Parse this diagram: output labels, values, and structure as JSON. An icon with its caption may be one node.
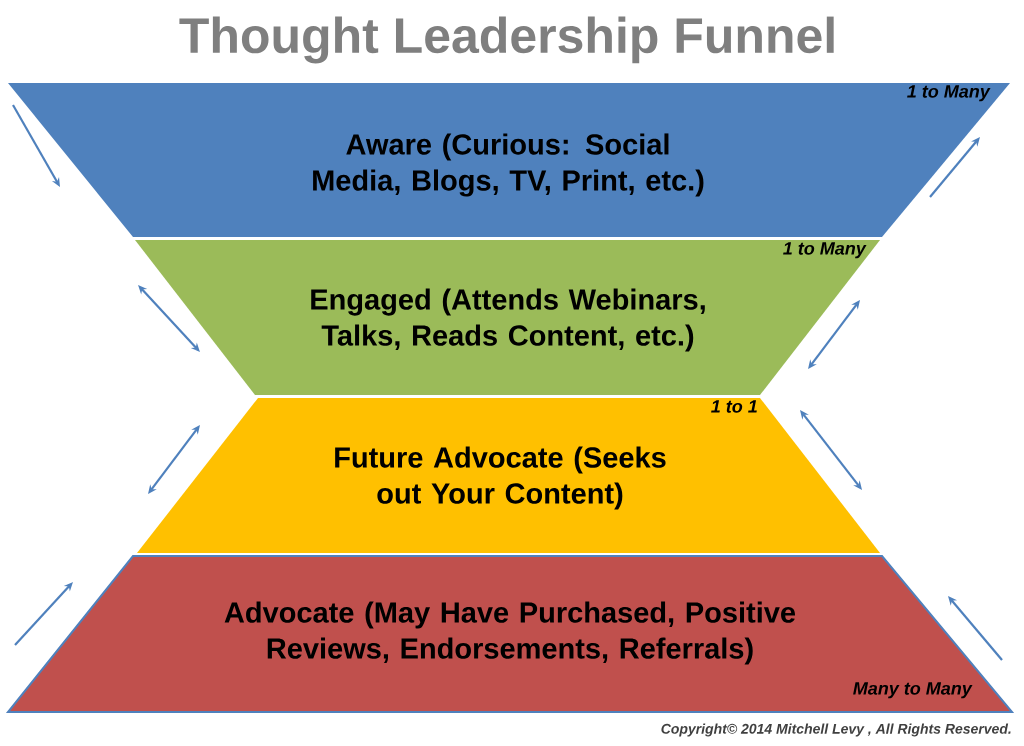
{
  "diagram": {
    "title": "Thought Leadership Funnel",
    "nodes": [
      {
        "text": [
          "Aware (Curious: Social Media, Blogs, TV, Print, etc.)",
          "1 to Many"
        ]
      },
      {
        "text": [
          "Engaged (Attends Webinars, Talks, Reads Content, etc.)",
          "1 to Many"
        ]
      },
      {
        "text": [
          "Future Advocate (Seeks out Your Content)",
          "1 to 1"
        ]
      },
      {
        "text": [
          "Advocate (May Have Purchased, Positive Reviews, Endorsements, Referrals)",
          "Many to Many"
        ]
      }
    ],
    "labels": [
      "Copyright© 2014 Mitchell Levy , All Rights Reserved."
    ]
  }
}
